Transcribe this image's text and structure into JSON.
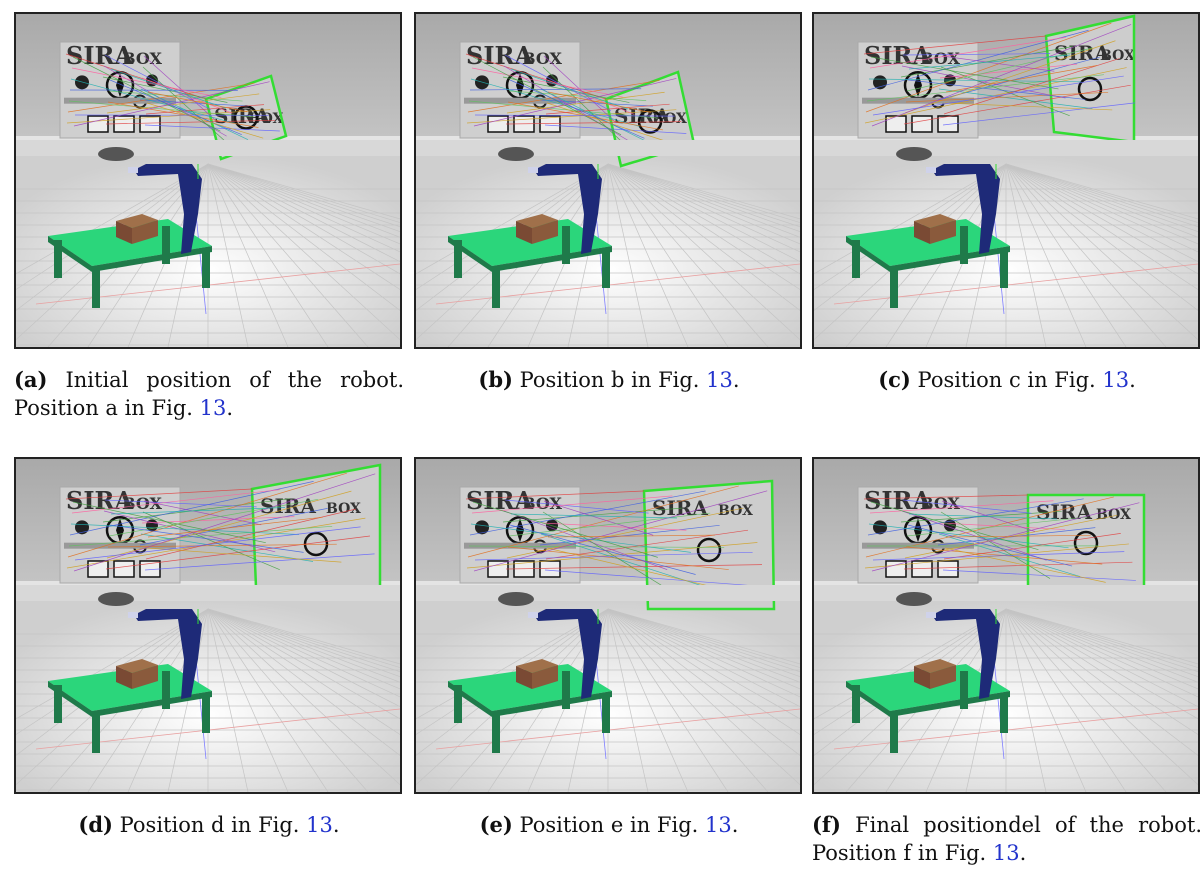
{
  "figure": {
    "panels": [
      {
        "id": "a",
        "label": "(a)",
        "text": " Initial position of the robot. Position a in Fig. ",
        "ref": "13",
        "end": ".",
        "match_view": "a"
      },
      {
        "id": "b",
        "label": "(b)",
        "text": " Position b in Fig. ",
        "ref": "13",
        "end": ".",
        "match_view": "b"
      },
      {
        "id": "c",
        "label": "(c)",
        "text": " Position c in Fig. ",
        "ref": "13",
        "end": ".",
        "match_view": "c"
      },
      {
        "id": "d",
        "label": "(d)",
        "text": " Position d in Fig. ",
        "ref": "13",
        "end": ".",
        "match_view": "d"
      },
      {
        "id": "e",
        "label": "(e)",
        "text": " Position e in Fig. ",
        "ref": "13",
        "end": ".",
        "match_view": "e"
      },
      {
        "id": "f",
        "label": "(f)",
        "text": " Final positiondel of the robot. Position f in Fig. ",
        "ref": "13",
        "end": ".",
        "match_view": "f"
      }
    ],
    "poster_text": {
      "logo_left": "SIRA",
      "logo_right": "BOX"
    },
    "colors": {
      "table": "#2bd67b",
      "table_legs": "#1f7a4a",
      "robot": "#1e2a78",
      "box": "#7a4a34",
      "outline": "#33dd33",
      "floor": "#d9d9d9",
      "wall": "#b8b8b8"
    }
  }
}
